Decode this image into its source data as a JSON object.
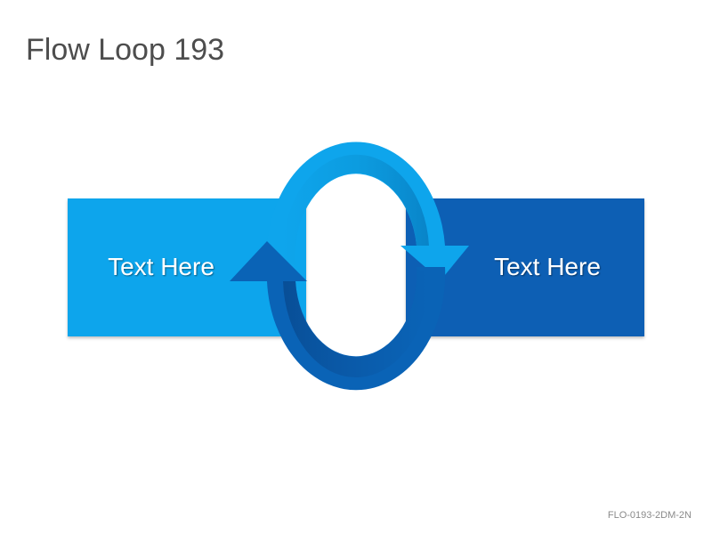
{
  "slide": {
    "title": "Flow Loop 193",
    "footer_code": "FLO-0193-2DM-2N"
  },
  "diagram": {
    "left_box": {
      "label": "Text Here",
      "color": "#0ea5ec"
    },
    "right_box": {
      "label": "Text Here",
      "color": "#0a5fb4"
    },
    "top_arrow_color": "#0ea5ec",
    "bottom_arrow_color": "#0a63b6"
  }
}
